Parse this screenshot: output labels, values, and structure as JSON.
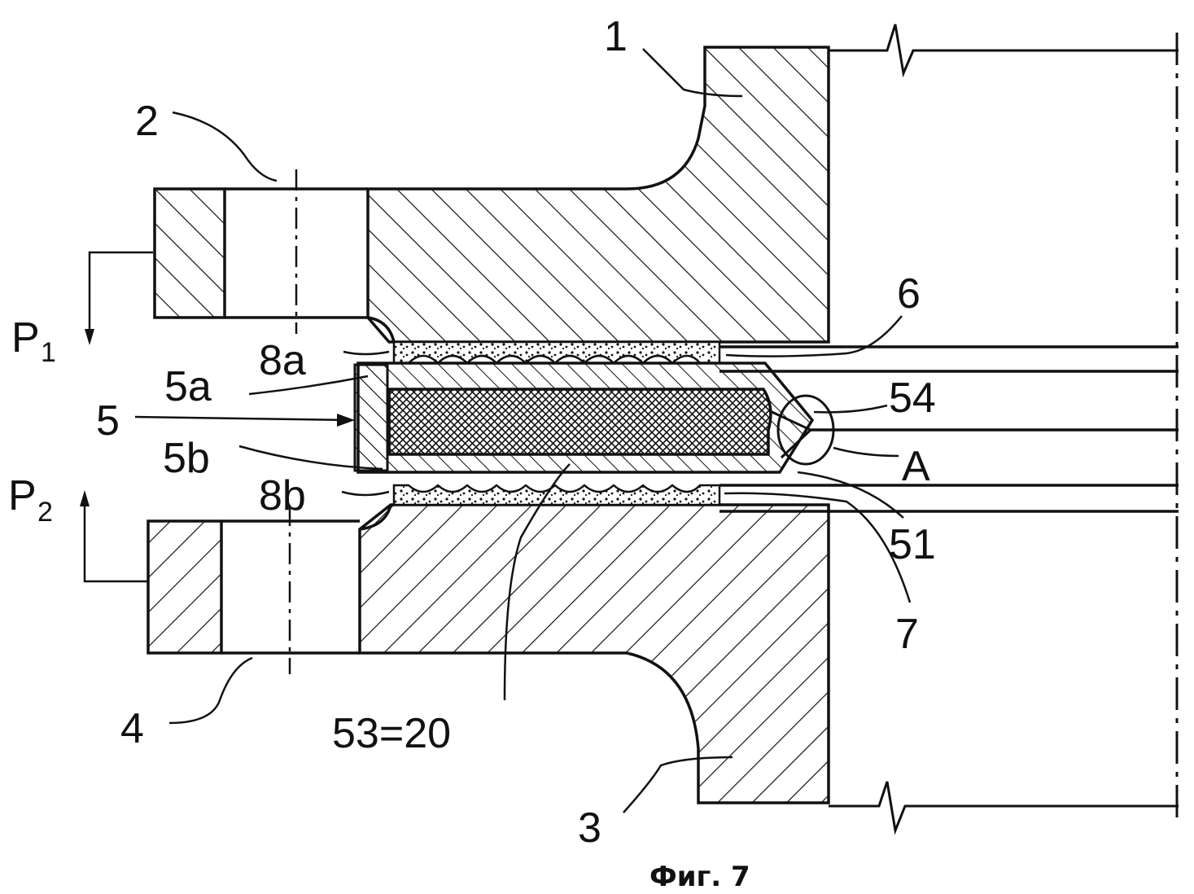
{
  "caption": "Фиг. 7",
  "labels": {
    "l1": "1",
    "l2": "2",
    "l3": "3",
    "l4": "4",
    "l5": "5",
    "l5a": "5a",
    "l5b": "5b",
    "l6": "6",
    "l7": "7",
    "l8a": "8a",
    "l8b": "8b",
    "l51": "51",
    "l54": "54",
    "lA": "A",
    "l53": "53=20",
    "p1": "P",
    "p1sub": "1",
    "p2": "P",
    "p2sub": "2"
  }
}
